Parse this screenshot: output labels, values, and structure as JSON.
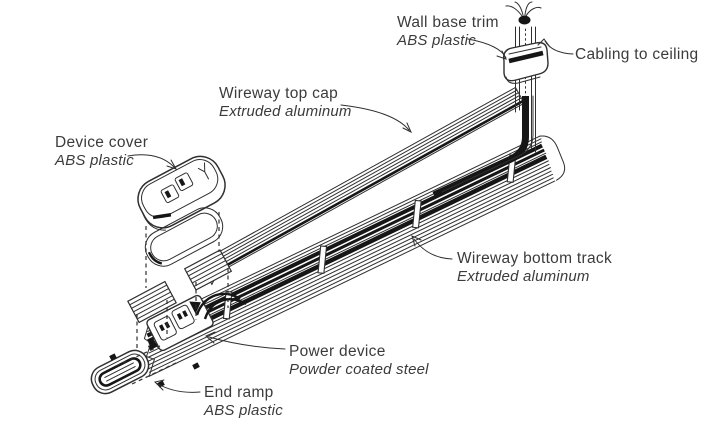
{
  "colors": {
    "background": "#ffffff",
    "line": "#2f2f2f",
    "dark": "#161616",
    "text": "#3b3b3b"
  },
  "labels": {
    "wall_base_trim": {
      "title": "Wall base trim",
      "material": "ABS plastic"
    },
    "cabling_to_ceiling": {
      "title": "Cabling to ceiling"
    },
    "wireway_top_cap": {
      "title": "Wireway top cap",
      "material": "Extruded aluminum"
    },
    "device_cover": {
      "title": "Device cover",
      "material": "ABS plastic"
    },
    "wireway_bottom_track": {
      "title": "Wireway bottom track",
      "material": "Extruded aluminum"
    },
    "power_device": {
      "title": "Power device",
      "material": "Powder coated steel"
    },
    "end_ramp": {
      "title": "End ramp",
      "material": "ABS plastic"
    }
  }
}
